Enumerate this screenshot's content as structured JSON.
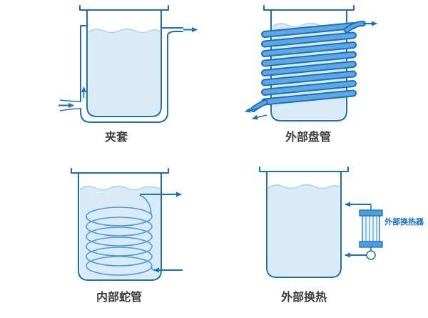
{
  "page": {
    "background": "#ffffff"
  },
  "diagram": {
    "description": "Four heat-transfer arrangements for stirred vessels",
    "panels": [
      {
        "id": "jacket",
        "caption": "夹套"
      },
      {
        "id": "external-coil",
        "caption": "外部盘管"
      },
      {
        "id": "internal-coil",
        "caption": "内部蛇管"
      },
      {
        "id": "external-exchange",
        "caption": "外部换热",
        "exchanger_label": "外部换热器"
      }
    ],
    "colors": {
      "outline": "#1a6fc0",
      "liquid": "#d9eaf8",
      "wave": "#aacfec",
      "coil_fill": "#5ea8e2",
      "caption_text": "#3d3d3d",
      "accent_text": "#1a6fc0"
    }
  }
}
